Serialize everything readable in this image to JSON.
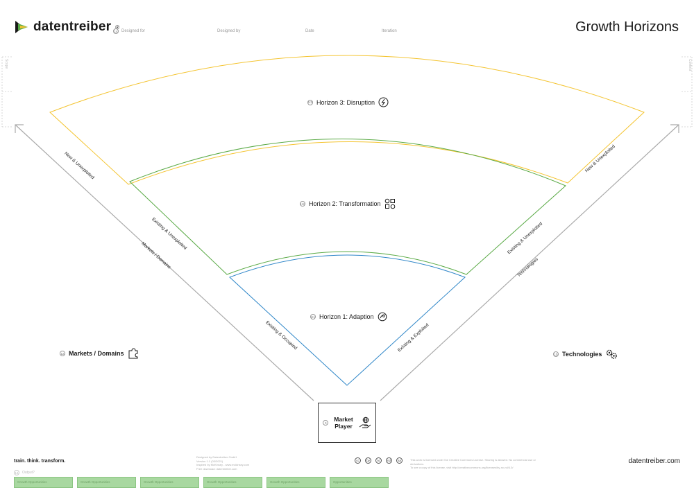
{
  "brand": {
    "name": "datentreiber",
    "reg": "®"
  },
  "meta": [
    {
      "num": "14",
      "label": "Designed for"
    },
    {
      "label": "Designed by"
    },
    {
      "label": "Date"
    },
    {
      "label": "Iteration"
    }
  ],
  "title": "Growth Horizons",
  "side_tabs": {
    "left": "Scope",
    "right": "Context"
  },
  "horizons": [
    {
      "num": "H3",
      "label": "Horizon 3: Disruption",
      "icon": "lightning-icon"
    },
    {
      "num": "H2",
      "label": "Horizon 2: Transformation",
      "icon": "shapes-icon"
    },
    {
      "num": "H1",
      "label": "Horizon 1: Adaption",
      "icon": "hand-icon"
    }
  ],
  "edge_labels": {
    "left_new": "New & Unexploited",
    "left_existing_unexp": "Existing & Unexploited",
    "left_axis": "Markets / Domains",
    "left_existing_exp": "Existing & Occupied",
    "right_new": "New & Unexploited",
    "right_existing_unexp": "Existing & Unexploited",
    "right_axis": "Technologies",
    "right_existing_exp": "Existing & Exploited"
  },
  "axes": [
    {
      "num": "1a",
      "label": "Markets / Domains",
      "icon": "puzzle-icon"
    },
    {
      "num": "1b",
      "label": "Technologies",
      "icon": "gears-icon"
    }
  ],
  "market_player": {
    "num": "0",
    "line1": "Market",
    "line2": "Player",
    "icon": "hand-globe-icon"
  },
  "footer": {
    "slogan": "train. think. transform.",
    "credits": [
      "Designed by Datentreiber GmbH",
      "Version 1.1 (03/2021)",
      "Inspired by McKinsey - www.mckinsey.com",
      "Free download: datentreiber.com"
    ],
    "license": [
      "This work is licensed under the Creative Commons License. Sharing is allowed. No commercial use or derivatives.",
      "To see a copy of this license, visit http://creativecommons.org/licenses/by-nc-nd/4.0/"
    ],
    "website": "datentreiber.com",
    "hint_label": "Output?",
    "cc_icons": [
      "cc",
      "by",
      "nc",
      "nd",
      "sa"
    ]
  },
  "bottom_boxes": [
    "Growth Opportunities",
    "Growth Opportunities",
    "Growth Opportunities",
    "Growth Opportunities",
    "Growth Opportunities",
    "Opportunities"
  ],
  "colors": {
    "h3": "#f4c430",
    "h2": "#5aaa46",
    "h1": "#2e86c8",
    "axis": "#aaaaaa",
    "green_box": "#a8d8a0"
  }
}
